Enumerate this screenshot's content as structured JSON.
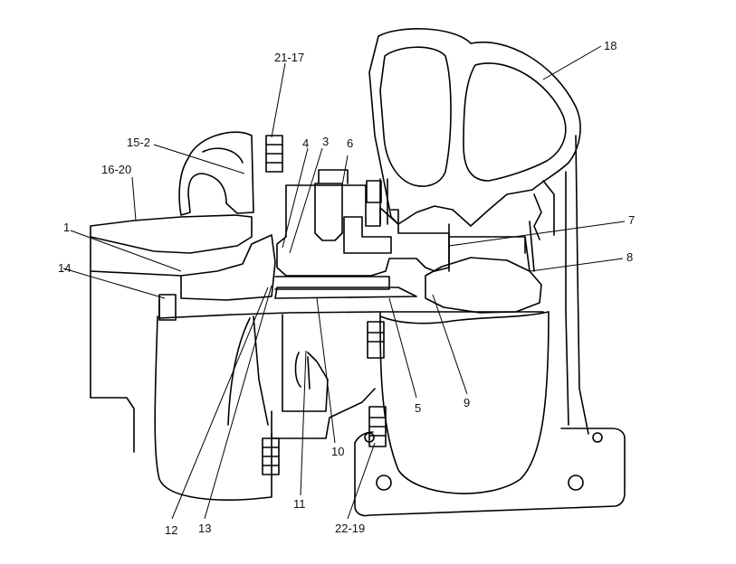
{
  "callouts": [
    {
      "id": "21-17",
      "label": "21-17"
    },
    {
      "id": "18",
      "label": "18"
    },
    {
      "id": "15-2",
      "label": "15-2"
    },
    {
      "id": "4",
      "label": "4"
    },
    {
      "id": "3",
      "label": "3"
    },
    {
      "id": "6",
      "label": "6"
    },
    {
      "id": "16-20",
      "label": "16-20"
    },
    {
      "id": "1",
      "label": "1"
    },
    {
      "id": "7",
      "label": "7"
    },
    {
      "id": "8",
      "label": "8"
    },
    {
      "id": "14",
      "label": "14"
    },
    {
      "id": "5",
      "label": "5"
    },
    {
      "id": "9",
      "label": "9"
    },
    {
      "id": "10",
      "label": "10"
    },
    {
      "id": "11",
      "label": "11"
    },
    {
      "id": "12",
      "label": "12"
    },
    {
      "id": "13",
      "label": "13"
    },
    {
      "id": "22-19",
      "label": "22-19"
    }
  ]
}
